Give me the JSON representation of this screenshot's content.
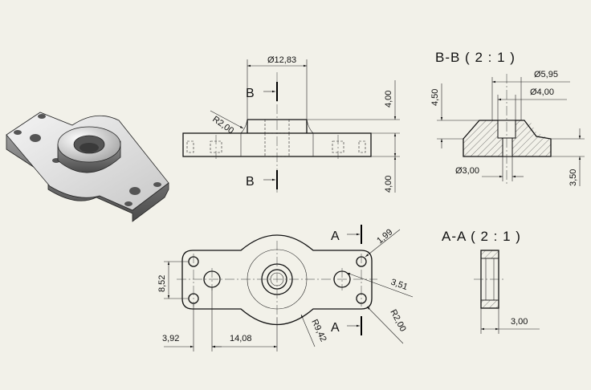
{
  "views": {
    "front": {
      "diameter_label": "Ø12,83",
      "radius_label": "R2,00",
      "height_top_label": "4,00",
      "height_bottom_label": "4,00",
      "section_letter_top": "B",
      "section_letter_bottom": "B"
    },
    "section_bb": {
      "title": "B-B ( 2 : 1 )",
      "dia_outer_label": "Ø5,95",
      "dia_inner_label": "Ø4,00",
      "dia_bottom_label": "Ø3,00",
      "height_label": "4,50",
      "right_height_label": "3,50"
    },
    "top": {
      "width_label": "8,52",
      "offset_label": "3,92",
      "pitch_label": "14,08",
      "big_radius_label": "R9,42",
      "corner_radius_label": "R2,00",
      "hole_label_small": "1,99",
      "hole_label_large": "3,51",
      "section_letter_top": "A",
      "section_letter_bottom": "A"
    },
    "section_aa": {
      "title": "A-A ( 2 : 1 )",
      "width_label": "3,00"
    }
  },
  "colors": {
    "background": "#f2f1e9",
    "line": "#1a1a1a",
    "part_light": "#e6e6e6",
    "part_dark": "#5c5c5c"
  }
}
